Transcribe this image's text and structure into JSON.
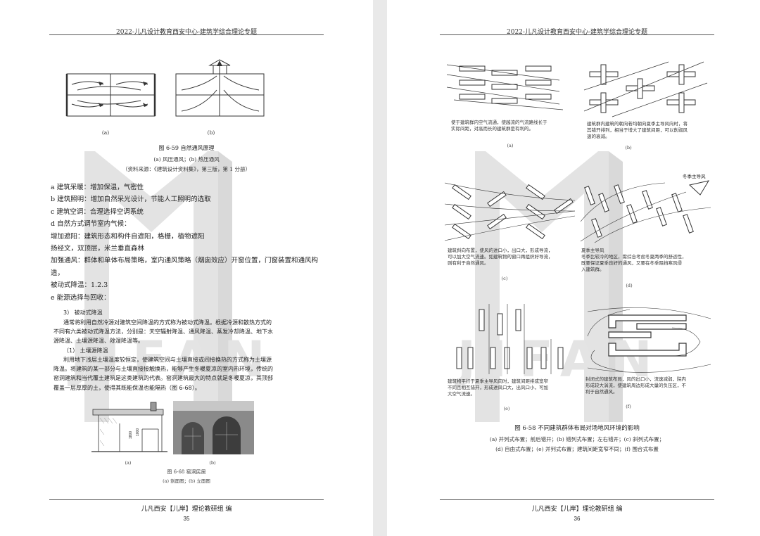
{
  "header_title": "2022-儿凡设计教育西安中心-建筑学综合理论专题",
  "footer_org": "儿凡西安【儿岸】理论教研组  编",
  "left": {
    "page_number": "35",
    "fig59": {
      "label_a": "(a)",
      "label_b": "(b)",
      "title": "图 6-59   自然通风原理",
      "sub": "(a) 风压通风；(b) 热压通风",
      "source": "（资料来源：《建筑设计资料集》，第三版，第 1 分册）"
    },
    "lines": [
      "a 建筑采暖：增加保温，气密性",
      "b 建筑照明：增加自然采光设计，节能人工照明的选取",
      "c 建筑空调：合理选择空调系统",
      "d 自然方式调节室内气候：",
      "增加遮阳：建筑形态和构件自遮阳，格栅，植物遮阳",
      "扬经文，双顶层，米兰垂直森林",
      "加强通风：群体和单体布局策略，室内通风策略（烟囱效应）开窗位置，门窗装置和通风构",
      "造，",
      "被动式降温：1.2.3",
      "e 能源选择与回收："
    ],
    "section_title": "3） 被动式降温",
    "para1": [
      "通常将利用自然冷源对建筑空间降温的方式称为被动式降温。根据冷源和散热方式的",
      "不同有六类被动式降温方法，分别是：天空辐射降温、通风降温、蒸发冷却降温、地下水",
      "源降温、土壤源降温、除湿降温等。"
    ],
    "subsection_title": "（1） 土壤源降温",
    "para2": [
      "利用地下浅层土壤温度较恒定，使建筑空间与土壤直接或间接换热的方式称为土壤源",
      "降温。将建筑的某一部分与土壤直接接触换热，能够产生冬暖夏凉的室内热环境，传统的",
      "窑洞建筑和当代覆土建筑是这类建筑的代表。窑洞建筑最大的特点就是冬暖夏凉，其顶部",
      "覆盖一层厚厚的土，使得其既能保温也能隔热（图 6-68）。"
    ],
    "fig68": {
      "label_a": "(a)",
      "label_b": "(b)",
      "dim_1": "1800",
      "dim_2": "1000",
      "title": "图 6-68   窑洞民居",
      "sub": "(a) 剖面图；(b) 立面图"
    }
  },
  "right": {
    "page_number": "36",
    "note_a": [
      "使于建筑群内空气流通，使越流的气流路线长于",
      "实际间距，对高而长的建筑群是有利的。"
    ],
    "note_b": [
      "建筑群内建筑的朝向若均朝向夏季主导风向时，将",
      "其错开排列，相当于增大了建筑间距，可以削弱风",
      "速的衰减。"
    ],
    "note_c": [
      "建筑斜向布置，使风的进口小，出口大，形成导流，",
      "可以加大空气流速。如建筑物的窗口再组织好导流，",
      "则有利于自然通风。"
    ],
    "note_d": [
      "夏季主导风",
      "冬季比较冷的地区，需综合考虑冬夏两季的舒适性，",
      "既要保证夏季良好的通风，又要在冬季阻挡寒风侵",
      "入建筑群。"
    ],
    "note_e": [
      "建筑物平行于夏季主导风向时，建筑间距排成宽窄",
      "不同且相互错开，形成进风口大，出风口小，可加",
      "大空气流速。"
    ],
    "note_f": [
      "封闭式的建筑布局，风的出口小，流速减弱，院内",
      "形成较大涡流，使建筑周边形成大量的负压区，不",
      "利于自然通风。"
    ],
    "winter_wind": "冬季主导风",
    "labels": [
      "(a)",
      "(b)",
      "(c)",
      "(d)",
      "(e)",
      "(f)"
    ],
    "fig58": {
      "title": "图 6-58   不同建筑群体布局对场地风环境的影响",
      "sub1": "(a) 并列式布置；前后错开；(b) 错列式布置；左右错开；(c) 斜列式布置；",
      "sub2": "(d) 自由式布置；(e) 并列式布置；建筑间距宽窄不同；(f) 围合式布置"
    }
  },
  "watermark_text": "JIFAN",
  "colors": {
    "page": "#ffffff",
    "background": "#e9e9e9",
    "watermark": "#d6d6d6"
  }
}
